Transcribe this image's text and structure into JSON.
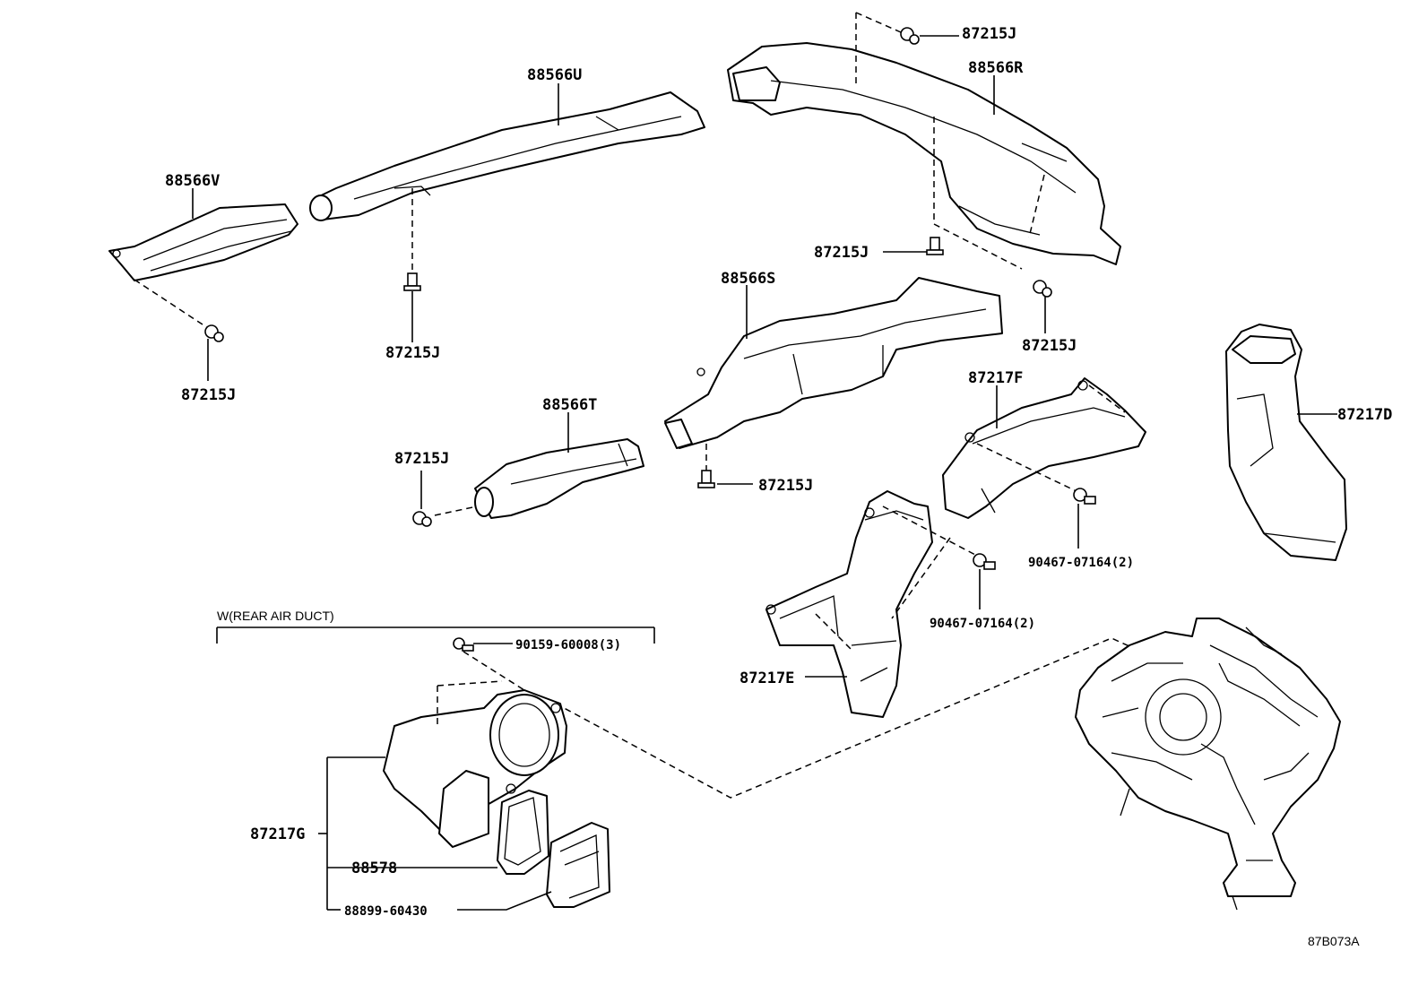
{
  "labels": {
    "p88566U": "88566U",
    "p88566R": "88566R",
    "p88566V": "88566V",
    "p88566S": "88566S",
    "p88566T": "88566T",
    "p87217F": "87217F",
    "p87217D": "87217D",
    "p87217E": "87217E",
    "p87217G": "87217G",
    "p88578": "88578",
    "p88899": "88899-60430",
    "p90159": "90159-60008(3)",
    "p90467": "90467-07164(2)",
    "p87215J": "87215J"
  },
  "note": "W(REAR AIR DUCT)",
  "diagram_code": "87B073A"
}
